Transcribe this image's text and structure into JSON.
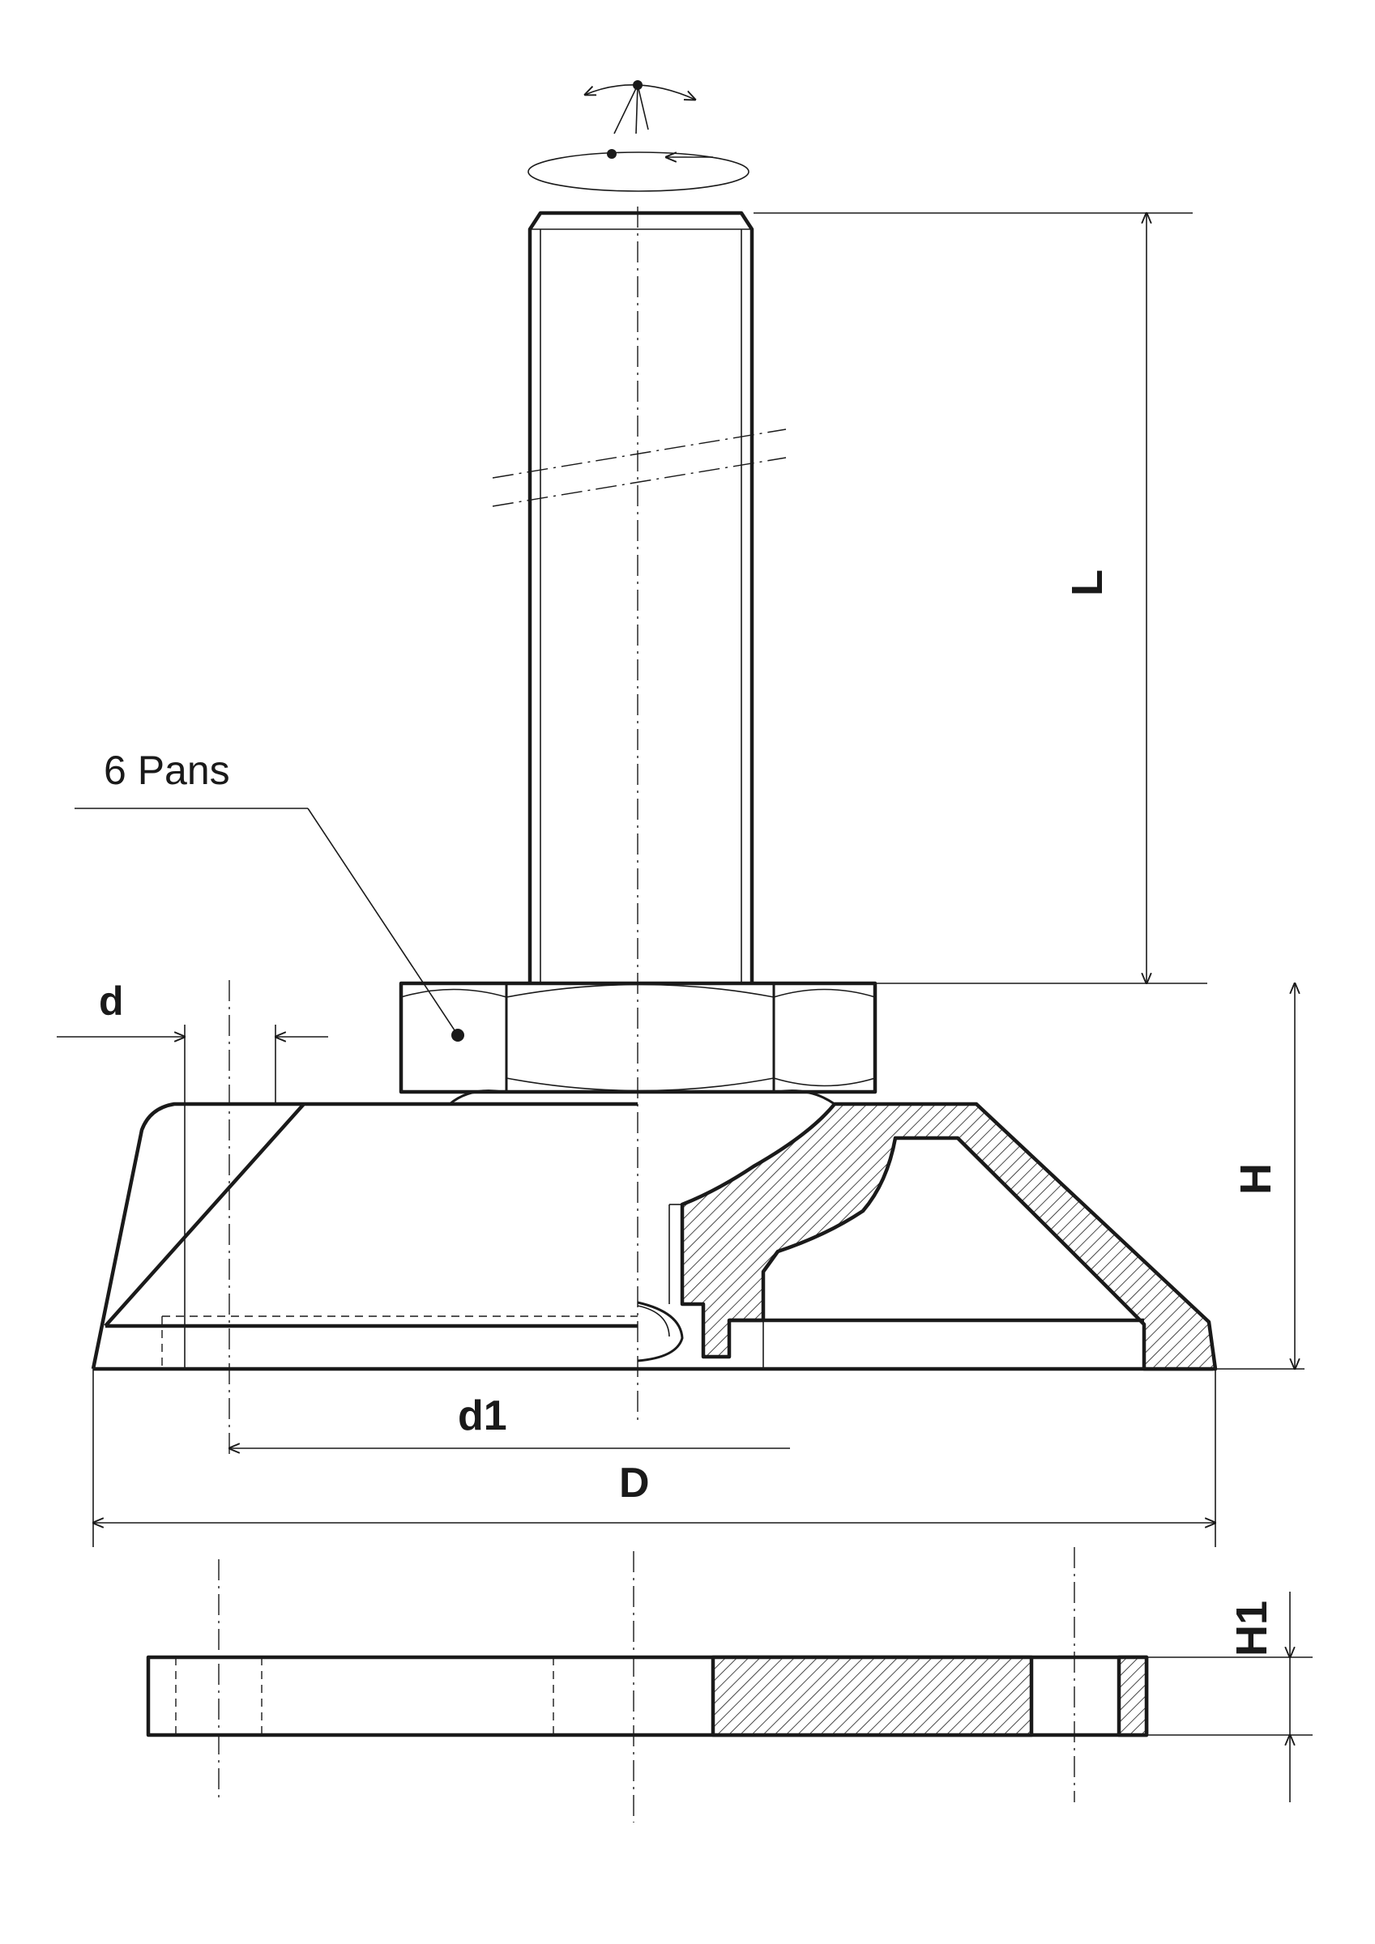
{
  "labels": {
    "hex_note": "6 Pans",
    "dim_d": "d",
    "dim_d1": "d1",
    "dim_D": "D",
    "dim_L": "L",
    "dim_H": "H",
    "dim_H1": "H1"
  },
  "icons": {
    "swivel": "swivel-rotation-icon",
    "rotation": "rotation-arrow-icon"
  }
}
